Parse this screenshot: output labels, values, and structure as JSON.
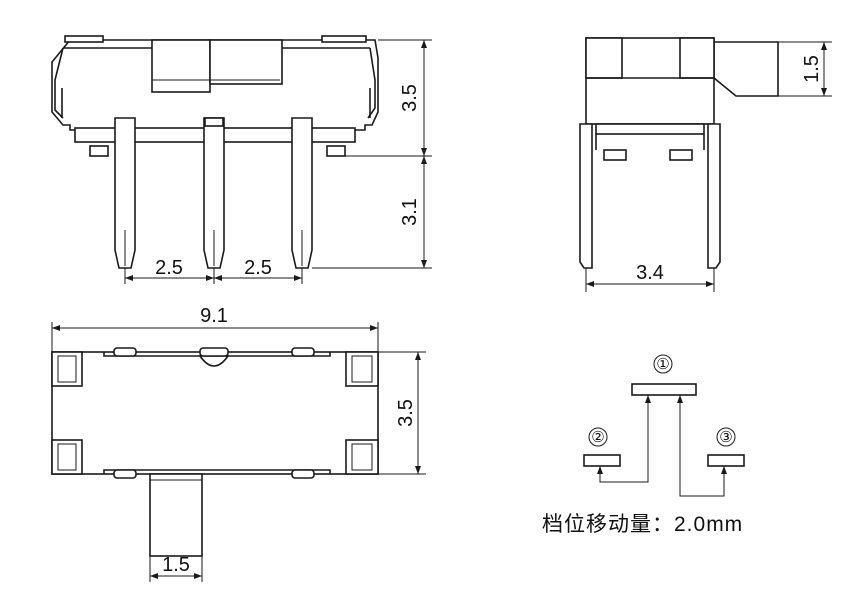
{
  "dimensions": {
    "pin_pitch_left": "2.5",
    "pin_pitch_right": "2.5",
    "body_height_front": "3.5",
    "pin_length": "3.1",
    "actuator_height_side": "1.5",
    "pin_span_side": "3.4",
    "body_length": "9.1",
    "body_width_top": "3.5",
    "actuator_width_top": "1.5"
  },
  "schematic": {
    "terminal_1": "①",
    "terminal_2": "②",
    "terminal_3": "③"
  },
  "note": "档位移动量：2.0mm"
}
